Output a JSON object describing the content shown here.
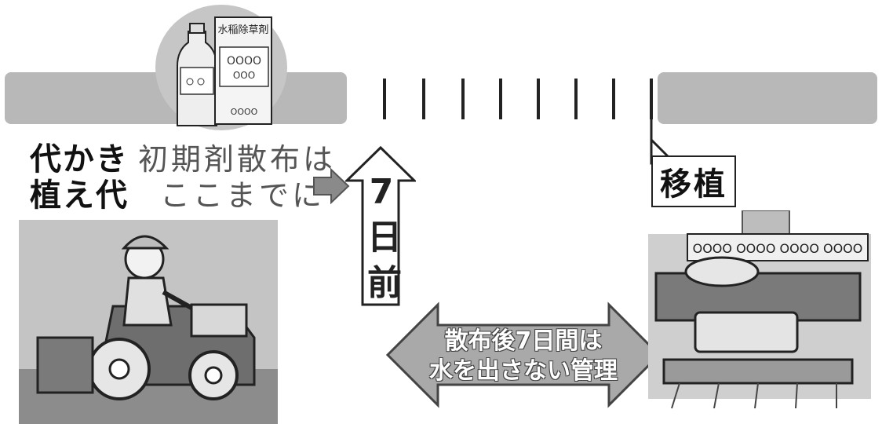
{
  "left_label": {
    "line1": "代かき",
    "line2": "植え代"
  },
  "deadline_label": {
    "line1": "初期剤散布は",
    "line2": "ここまでに"
  },
  "seven_days_before": "7日前",
  "transplant_label": "移植",
  "management_text": {
    "line1": "散布後7日間は",
    "line2": "水を出さない管理"
  },
  "herbicide_package_text": "水稲除草剤",
  "colors": {
    "band": "#b8b8b8",
    "dither": "#9a9a9a",
    "line": "#222222",
    "arrow_fill": "#a9a9a9"
  },
  "icons": [
    "herbicide-bottle-icon",
    "herbicide-package-icon",
    "farmer-tractor-icon",
    "rice-transplanter-icon"
  ]
}
